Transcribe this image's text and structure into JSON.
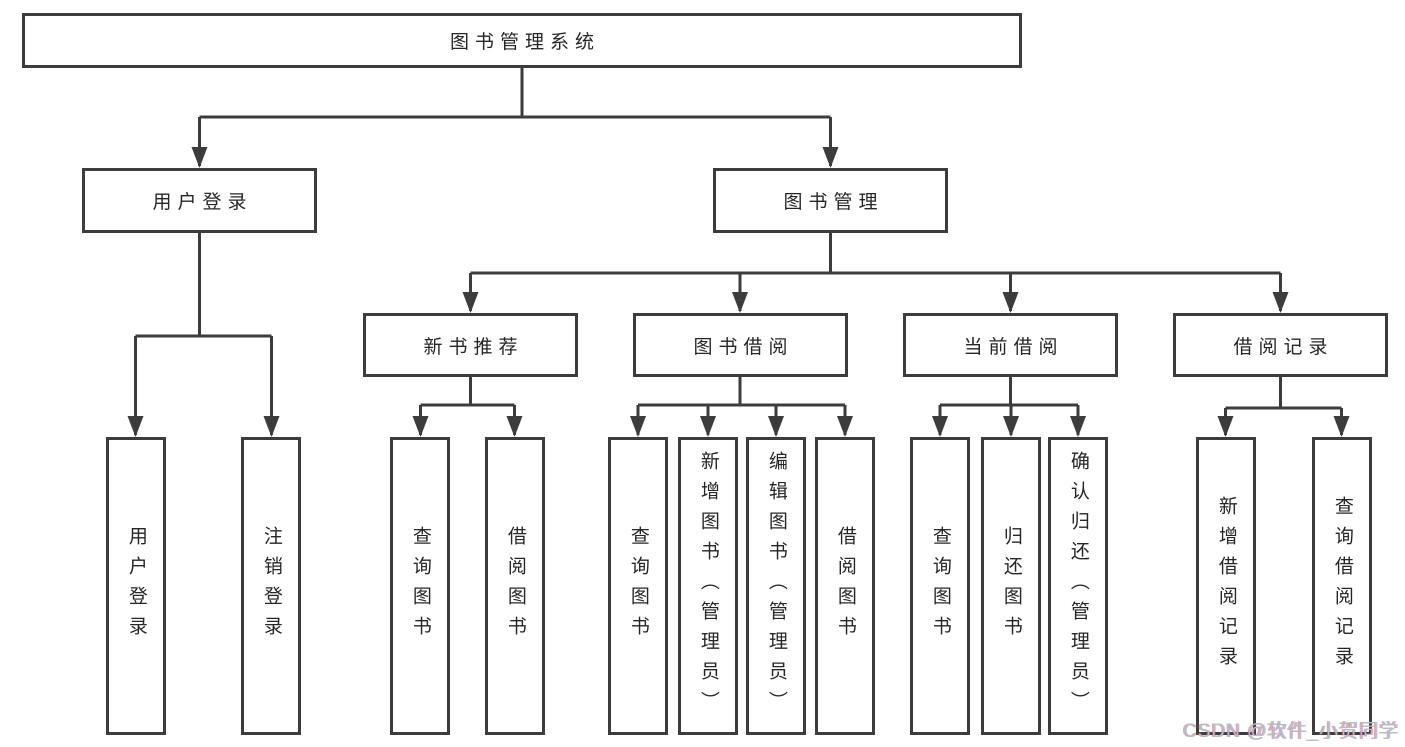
{
  "diagram": {
    "root": {
      "label": "图书管理系统"
    },
    "level2": [
      {
        "label": "用户登录"
      },
      {
        "label": "图书管理"
      }
    ],
    "level3": [
      {
        "label": "新书推荐"
      },
      {
        "label": "图书借阅"
      },
      {
        "label": "当前借阅"
      },
      {
        "label": "借阅记录"
      }
    ],
    "leaves": [
      {
        "label": "用户登录"
      },
      {
        "label": "注销登录"
      },
      {
        "label": "查询图书"
      },
      {
        "label": "借阅图书"
      },
      {
        "label": "查询图书"
      },
      {
        "label": "新增图书（管理员）"
      },
      {
        "label": "编辑图书（管理员）"
      },
      {
        "label": "借阅图书"
      },
      {
        "label": "查询图书"
      },
      {
        "label": "归还图书"
      },
      {
        "label": "确认归还（管理员）"
      },
      {
        "label": "新增借阅记录"
      },
      {
        "label": "查询借阅记录"
      }
    ]
  },
  "watermark": {
    "text": "CSDN @软件_小贺同学"
  },
  "colors": {
    "line": "#3c3c3c",
    "box_border": "#3c3c3c",
    "text": "#262626",
    "background": "#ffffff",
    "watermark": "#b9bcc2"
  }
}
